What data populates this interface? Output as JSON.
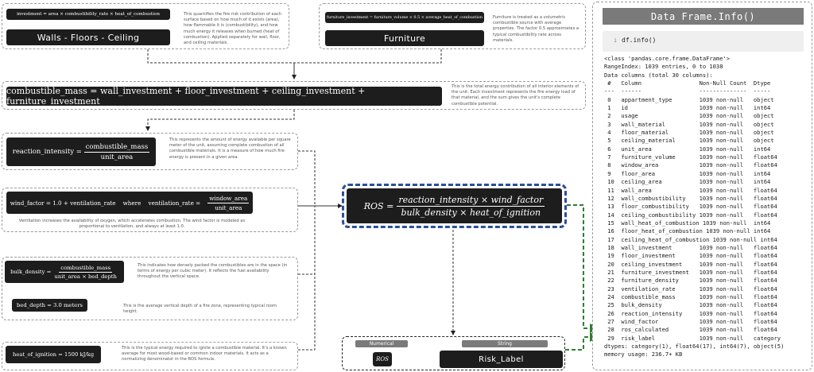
{
  "walls": {
    "formula": "investment = area × combustibility_rate × heat_of_combustion",
    "label": "Walls - Floors - Ceiling",
    "description": "This quantifies the fire risk contribution of each surface based on how much of it exists (area), how flammable it is (combustibility), and how much energy it releases when burned (heat of combustion). Applied separately for wall, floor, and ceiling materials."
  },
  "furniture": {
    "formula": "furniture_investment = furniture_volume × 0.5 × average_heat_of_combustion",
    "label": "Furniture",
    "description": "Furniture is treated as a volumetric combustible source with average properties. The factor 0.5 approximates a typical combustibility rate across materials."
  },
  "combustible": {
    "formula": "combustible_mass = wall_investment + floor_investment + ceiling_investment + furniture_investment",
    "description": "This is the total energy contribution of all interior elements of the unit. Each investment represents the fire energy load of that material, and the sum gives the unit's complete combustible potential."
  },
  "reaction": {
    "lhs": "reaction_intensity =",
    "num": "combustible_mass",
    "den": "unit_area",
    "description": "This represents the amount of energy available per square meter of the unit, assuming complete combustion of all combustible materials. It is a measure of how much fire energy is present in a given area."
  },
  "wind": {
    "lhs": "wind_factor = 1.0 + ventilation_rate    where    ventilation_rate =",
    "num": "window_area",
    "den": "unit_area",
    "description": "Ventilation increases the availability of oxygen, which accelerates combustion. The wind factor is modeled as proportional to ventilation, and always at least 1.0."
  },
  "bulk": {
    "lhs": "bulk_density =",
    "num": "combustible_mass",
    "den": "unit_area × bed_depth",
    "description": "This indicates how densely packed the combustibles are in the space (in terms of energy per cubic meter). It reflects the fuel availability throughout the vertical space."
  },
  "bed": {
    "formula": "bed_depth = 3.0 meters",
    "description": "This is the average vertical depth of a fire zone, representing typical room height."
  },
  "heat": {
    "formula": "heat_of_ignition = 1500 kJ/kg",
    "description": "This is the typical energy required to ignite a combustible material. It's a known average for most wood-based or common indoor materials. It acts as a normalizing denominator in the ROS formula."
  },
  "ros": {
    "lhs": "ROS =",
    "num": "reaction_intensity × wind_factor",
    "den": "bulk_density × heat_of_ignition"
  },
  "output": {
    "numerical_label": "Numerical",
    "string_label": "String",
    "ros_symbol": "ROS",
    "risk_label": "Risk_Label"
  },
  "info": {
    "title": "Data Frame.Info()",
    "cell_number": "1",
    "code": "df.info()",
    "output_text": "<class 'pandas.core.frame.DataFrame'>\nRangeIndex: 1039 entries, 0 to 1038\nData columns (total 30 columns):\n #   Column                 Non-Null Count  Dtype\n---  ------                 --------------  -----\n 0   appartment_type        1039 non-null   object\n 1   id                     1039 non-null   int64\n 2   usage                  1039 non-null   object\n 3   wall_material          1039 non-null   object\n 4   floor_material         1039 non-null   object\n 5   ceiling_material       1039 non-null   object\n 6   unit_area              1039 non-null   int64\n 7   furniture_volume       1039 non-null   float64\n 8   window_area            1039 non-null   float64\n 9   floor_area             1039 non-null   int64\n 10  ceiling_area           1039 non-null   int64\n 11  wall_area              1039 non-null   float64\n 12  wall_combustibility    1039 non-null   float64\n 13  floor_combustibility   1039 non-null   float64\n 14  ceiling_combustibility 1039 non-null   float64\n 15  wall_heat_of_combustion 1039 non-null  int64\n 16  floor_heat_of_combustion 1039 non-null int64\n 17  ceiling_heat_of_combustion 1039 non-null int64\n 18  wall_investment        1039 non-null   float64\n 19  floor_investment       1039 non-null   float64\n 20  ceiling_investment     1039 non-null   float64\n 21  furniture_investment   1039 non-null   float64\n 22  furniture_density      1039 non-null   float64\n 23  ventilation_rate       1039 non-null   float64\n 24  combustible_mass       1039 non-null   float64\n 25  bulk_density           1039 non-null   float64\n 26  reaction_intensity     1039 non-null   float64\n 27  wind_factor            1039 non-null   float64\n 28  ros_calculated         1039 non-null   float64\n 29  risk_label             1039 non-null   category\ndtypes: category(1), float64(17), int64(7), object(5)\nmemory usage: 236.7+ KB"
  },
  "colors": {
    "ros_border": "#2b4f9a",
    "arrow_green": "#2f7d32",
    "box_black": "#1d1d1d",
    "info_title_bg": "#7a7a7a"
  }
}
